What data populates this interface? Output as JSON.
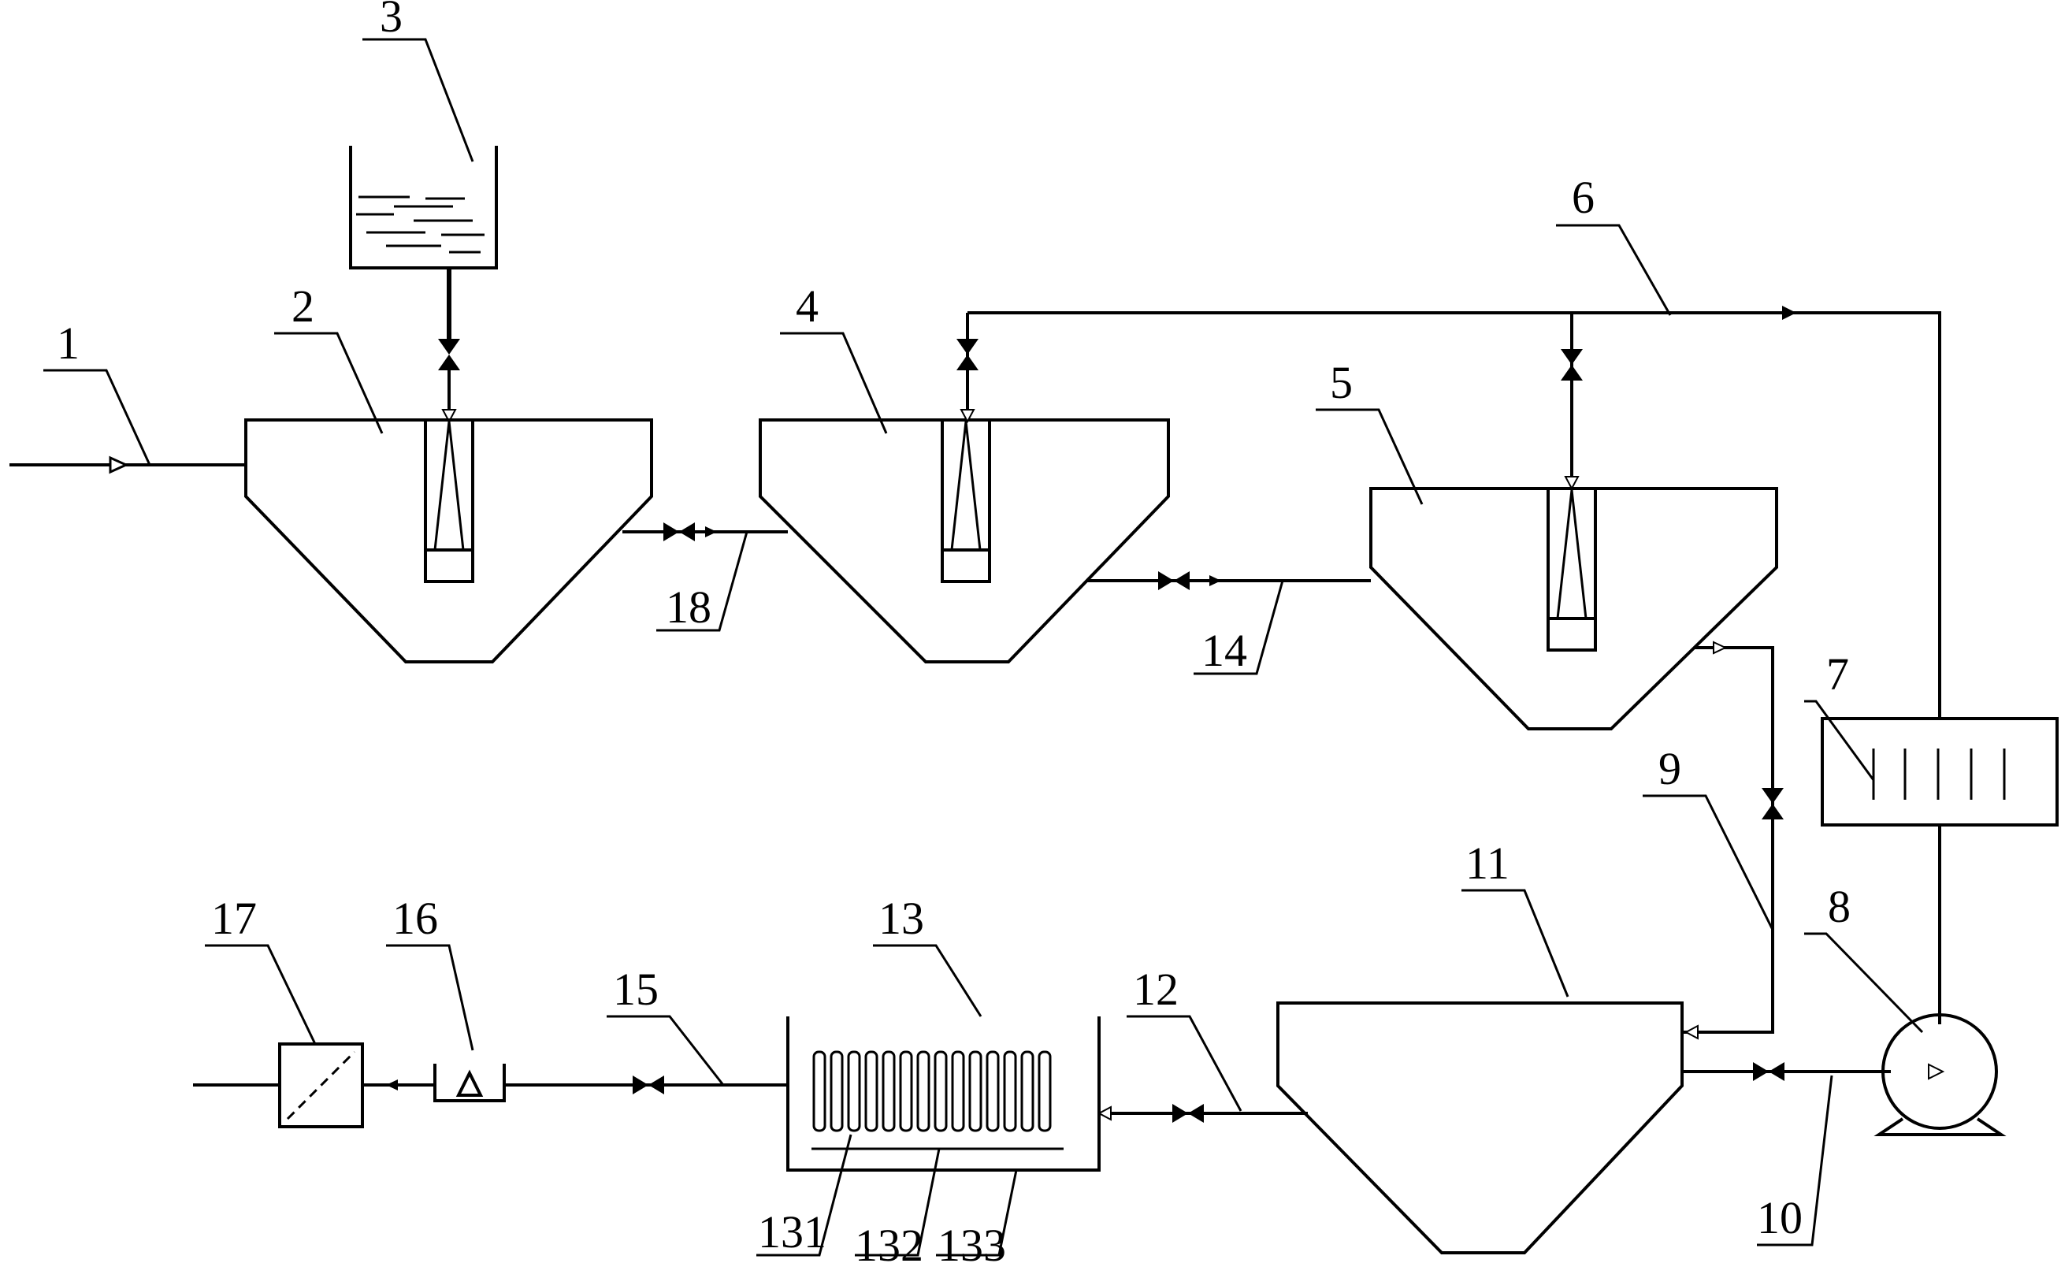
{
  "labels": {
    "l1": "1",
    "l2": "2",
    "l3": "3",
    "l4": "4",
    "l5": "5",
    "l6": "6",
    "l7": "7",
    "l8": "8",
    "l9": "9",
    "l10": "10",
    "l11": "11",
    "l12": "12",
    "l13": "13",
    "l14": "14",
    "l15": "15",
    "l16": "16",
    "l17": "17",
    "l18": "18",
    "l131": "131",
    "l132": "132",
    "l133": "133"
  }
}
